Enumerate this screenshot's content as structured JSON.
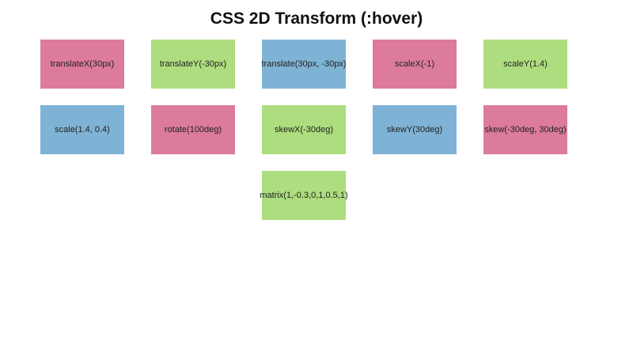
{
  "title": "CSS 2D Transform (:hover)",
  "colors": {
    "pink": "#dc7b9b",
    "green": "#addd7e",
    "blue": "#7fb3d5"
  },
  "boxes": [
    {
      "label": "translateX(30px)",
      "color": "pink"
    },
    {
      "label": "translateY(-30px)",
      "color": "green"
    },
    {
      "label": "translate(30px, -30px)",
      "color": "blue"
    },
    {
      "label": "scaleX(-1)",
      "color": "pink"
    },
    {
      "label": "scaleY(1.4)",
      "color": "green"
    },
    {
      "label": "scale(1.4, 0.4)",
      "color": "blue"
    },
    {
      "label": "rotate(100deg)",
      "color": "pink"
    },
    {
      "label": "skewX(-30deg)",
      "color": "green"
    },
    {
      "label": "skewY(30deg)",
      "color": "blue"
    },
    {
      "label": "skew(-30deg, 30deg)",
      "color": "pink"
    },
    {
      "label": "matrix(1,-0.3,0,1,0.5,1)",
      "color": "green"
    }
  ]
}
